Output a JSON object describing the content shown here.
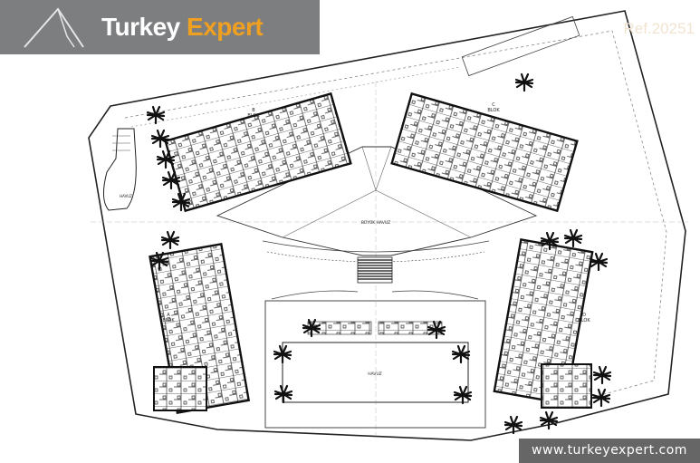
{
  "branding": {
    "logo_word_1": "Turkey",
    "logo_word_2": "Expert",
    "reference": "Ref.20251",
    "website": "www.turkeyexpert.com",
    "colors": {
      "bar": "#7d7e80",
      "accent": "#f0a020",
      "footer": "#666666"
    }
  },
  "plan": {
    "blocks": {
      "a": {
        "label_1": "A",
        "label_2": "BLOK"
      },
      "b": {
        "label_1": "B",
        "label_2": "BLOK"
      },
      "c": {
        "label_1": "C",
        "label_2": "BLOK"
      },
      "d": {
        "label_1": "D",
        "label_2": "BLOK"
      }
    },
    "pools": {
      "side": "HAVUZ",
      "large": "BÜYÜK HAVUZ",
      "main": "HAVUZ"
    },
    "icons": [
      "palm-tree-icon",
      "logo-triangle-icon"
    ]
  }
}
